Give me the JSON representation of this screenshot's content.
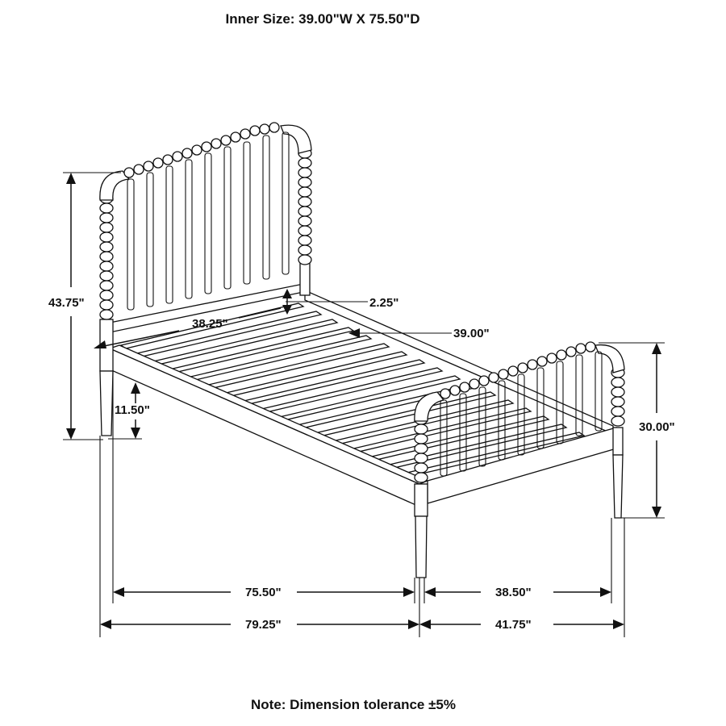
{
  "header": {
    "inner_size": "Inner Size: 39.00\"W X 75.50\"D"
  },
  "diagram": {
    "subject": "bed-frame-with-spindle-headboard-and-footboard",
    "dimensions": {
      "headboard_height": "43.75\"",
      "rail_height_from_floor": "11.50\"",
      "inner_width_headboard_rail": "38.25\"",
      "slat_support_height": "2.25\"",
      "inner_width": "39.00\"",
      "footboard_height": "30.00\"",
      "inner_length": "75.50\"",
      "inner_width_base": "38.50\"",
      "overall_length": "79.25\"",
      "overall_width": "41.75\""
    }
  },
  "footer": {
    "note": "Note: Dimension tolerance ±5%"
  }
}
